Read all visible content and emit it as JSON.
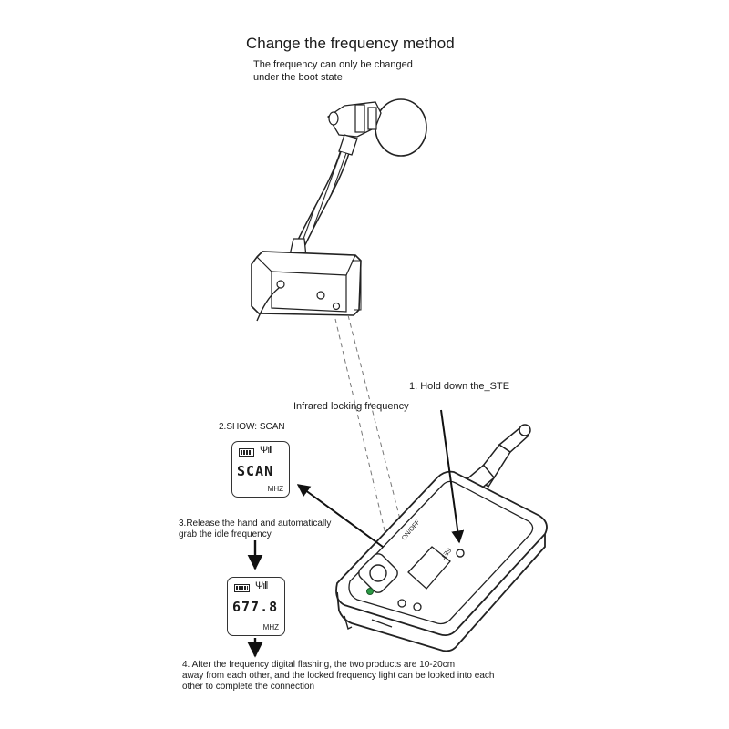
{
  "diagram": {
    "title": "Change the frequency method",
    "subtitle_line1": "The frequency can only be changed",
    "subtitle_line2": "under the boot state",
    "step1": "1. Hold down the_STE",
    "infrared_label": "Infrared locking frequency",
    "step2": "2.SHOW: SCAN",
    "step3_line1": "3.Release the hand and automatically",
    "step3_line2": "grab the idle frequency",
    "step4_line1": "4. After the frequency digital flashing, the two products are 10-20cm",
    "step4_line2": "away from each other, and the locked frequency light can be looked into each",
    "step4_line3": "other to complete the connection"
  },
  "display_scan": {
    "reading": "SCAN",
    "unit": "MHZ",
    "signal": "Ψıll"
  },
  "display_freq": {
    "reading": "677.8",
    "unit": "MHZ",
    "signal": "Ψıll"
  },
  "receiver": {
    "set_label": "SET",
    "onoff_label": "ON/OFF"
  },
  "icons": {
    "battery": "battery-icon",
    "signal": "antenna-signal-icon"
  }
}
